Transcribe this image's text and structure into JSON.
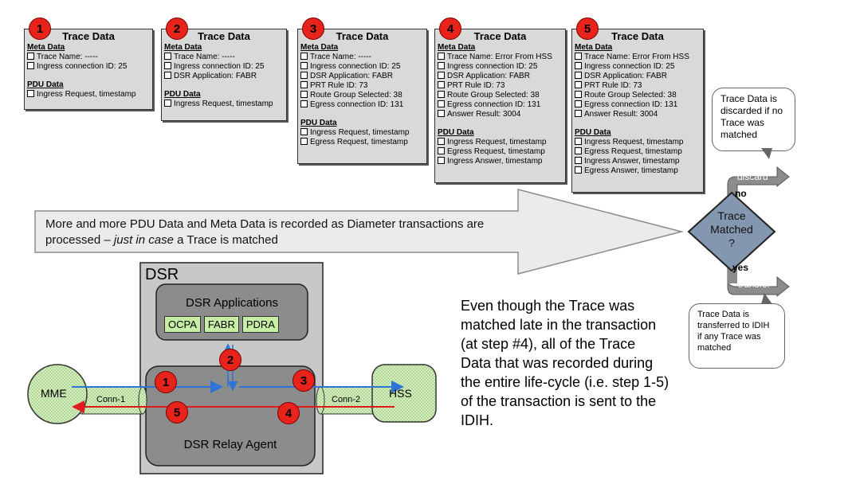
{
  "trace_boxes": [
    {
      "step": "1",
      "title": "Trace Data",
      "meta_label": "Meta Data",
      "meta": [
        "Trace Name: -----",
        "Ingress connection ID: 25"
      ],
      "pdu_label": "PDU Data",
      "pdu": [
        "Ingress Request,  timestamp"
      ]
    },
    {
      "step": "2",
      "title": "Trace Data",
      "meta_label": "Meta Data",
      "meta": [
        "Trace Name: -----",
        "Ingress connection ID: 25",
        "DSR Application: FABR"
      ],
      "pdu_label": "PDU Data",
      "pdu": [
        "Ingress Request,  timestamp"
      ]
    },
    {
      "step": "3",
      "title": "Trace Data",
      "meta_label": "Meta Data",
      "meta": [
        "Trace Name: -----",
        "Ingress connection ID: 25",
        "DSR Application: FABR",
        "PRT Rule ID: 73",
        "Route Group Selected: 38",
        "Egress connection ID: 131"
      ],
      "pdu_label": "PDU Data",
      "pdu": [
        "Ingress Request,  timestamp",
        "Egress Request,  timestamp"
      ]
    },
    {
      "step": "4",
      "title": "Trace Data",
      "meta_label": "Meta Data",
      "meta": [
        "Trace Name: Error From HSS",
        "Ingress connection ID: 25",
        "DSR Application: FABR",
        "PRT Rule ID: 73",
        "Route Group Selected: 38",
        "Egress connection ID: 131",
        "Answer Result:  3004"
      ],
      "pdu_label": "PDU Data",
      "pdu": [
        "Ingress Request,  timestamp",
        "Egress Request,  timestamp",
        "Ingress Answer,  timestamp"
      ]
    },
    {
      "step": "5",
      "title": "Trace Data",
      "meta_label": "Meta Data",
      "meta": [
        "Trace Name: Error From HSS",
        "Ingress connection ID: 25",
        "DSR Application: FABR",
        "PRT Rule ID: 73",
        "Route Group Selected:  38",
        "Egress connection ID: 131",
        "Answer Result:  3004"
      ],
      "pdu_label": "PDU Data",
      "pdu": [
        "Ingress Request,  timestamp",
        "Egress Request,  timestamp",
        "Ingress Answer,  timestamp",
        "Egress Answer,  timestamp"
      ]
    }
  ],
  "big_arrow": {
    "line1": "More and more PDU Data and Meta Data is recorded as Diameter transactions are",
    "line2_a": "processed – ",
    "line2_em": "just in case",
    "line2_b": " a Trace is matched"
  },
  "decision": {
    "line1": "Trace",
    "line2": "Matched",
    "line3": "?"
  },
  "discard": {
    "label": "discard",
    "branch": "no"
  },
  "transfer": {
    "label": "transfer",
    "branch": "yes"
  },
  "callout_top": "Trace Data is discarded if no Trace was matched",
  "callout_bottom": "Trace Data is transferred to IDIH if any Trace was matched",
  "dsr": {
    "title": "DSR",
    "apps_title": "DSR Applications",
    "apps": [
      "OCPA",
      "FABR",
      "PDRA"
    ],
    "relay": "DSR Relay Agent",
    "mme": "MME",
    "hss": "HSS",
    "conn1": "Conn-1",
    "conn2": "Conn-2",
    "steps": [
      "1",
      "2",
      "3",
      "4",
      "5"
    ]
  },
  "explanation": "Even though the Trace was matched late in the transaction (at step #4), all of the Trace Data that was recorded during the entire life-cycle (i.e. step 1-5) of the transaction is sent to the IDIH.",
  "colors": {
    "badge": "#e8231c",
    "box": "#d9d9d9",
    "node_fill": "#c6e8a5",
    "arrow_blue": "#2e75d6",
    "arrow_red": "#e01b1b",
    "diamond": "#8497b0"
  }
}
